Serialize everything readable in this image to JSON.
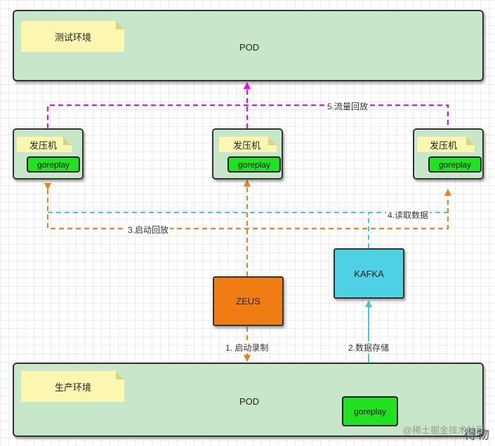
{
  "test_env": {
    "pod_label": "POD",
    "note": "测试环境"
  },
  "prod_env": {
    "pod_label": "POD",
    "note": "生产环境",
    "goreplay": "goreplay"
  },
  "press_machines": [
    {
      "label": "发压机",
      "goreplay": "goreplay"
    },
    {
      "label": "发压机",
      "goreplay": "goreplay"
    },
    {
      "label": "发压机",
      "goreplay": "goreplay"
    }
  ],
  "zeus": {
    "label": "ZEUS"
  },
  "kafka": {
    "label": "KAFKA"
  },
  "flows": {
    "step1": "1. 启动录制",
    "step2": "2.数据存储",
    "step3": "3.启动回放",
    "step4": "4.读取数据",
    "step5": "5.流量回放"
  },
  "colors": {
    "magenta": "#ff00ff",
    "orange": "#e8821e",
    "cyan": "#4cc4d8",
    "pod_fill": "#c8e6c9",
    "goreplay_fill": "#22e022",
    "zeus_fill": "#f07c14",
    "kafka_fill": "#4fd1e4"
  },
  "watermark": {
    "text": "@稀土掘金技术社区",
    "overlay": "得物"
  }
}
